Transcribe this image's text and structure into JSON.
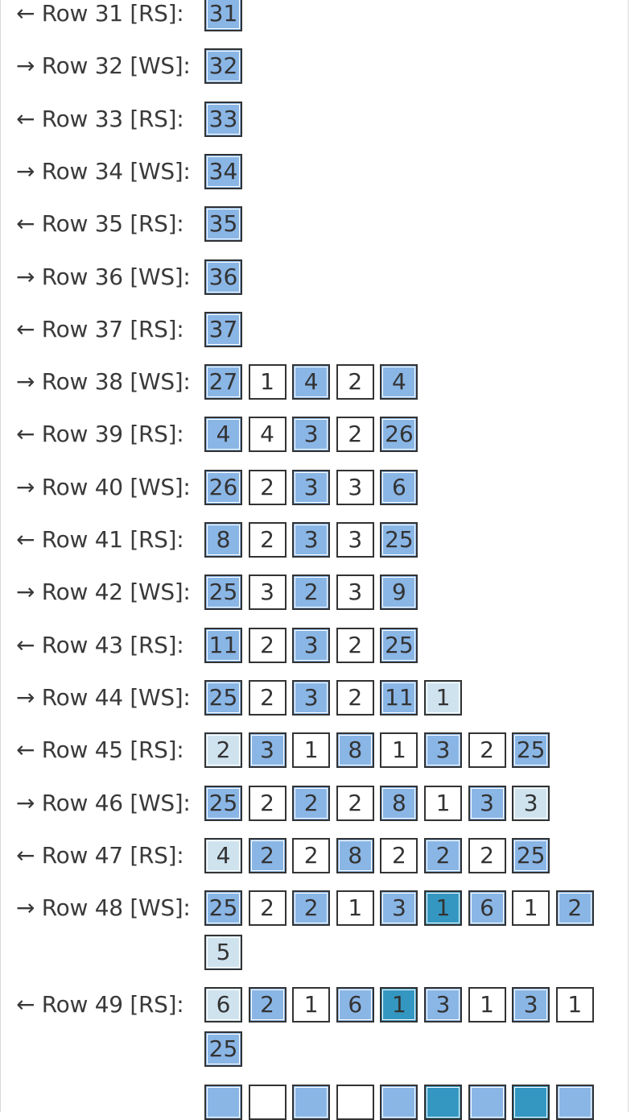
{
  "colors": {
    "blue": "#8ab6e6",
    "light": "#cfe3ef",
    "white": "#ffffff",
    "teal": "#3497c1"
  },
  "rows": [
    {
      "label": "← Row 31 [RS]:",
      "cells": [
        {
          "v": "31",
          "c": "blue"
        }
      ]
    },
    {
      "label": "→ Row 32 [WS]:",
      "cells": [
        {
          "v": "32",
          "c": "blue"
        }
      ]
    },
    {
      "label": "← Row 33 [RS]:",
      "cells": [
        {
          "v": "33",
          "c": "blue"
        }
      ]
    },
    {
      "label": "→ Row 34 [WS]:",
      "cells": [
        {
          "v": "34",
          "c": "blue"
        }
      ]
    },
    {
      "label": "← Row 35 [RS]:",
      "cells": [
        {
          "v": "35",
          "c": "blue"
        }
      ]
    },
    {
      "label": "→ Row 36 [WS]:",
      "cells": [
        {
          "v": "36",
          "c": "blue"
        }
      ]
    },
    {
      "label": "← Row 37 [RS]:",
      "cells": [
        {
          "v": "37",
          "c": "blue"
        }
      ]
    },
    {
      "label": "→ Row 38 [WS]:",
      "cells": [
        {
          "v": "27",
          "c": "blue"
        },
        {
          "v": "1",
          "c": "white"
        },
        {
          "v": "4",
          "c": "blue"
        },
        {
          "v": "2",
          "c": "white"
        },
        {
          "v": "4",
          "c": "blue"
        }
      ]
    },
    {
      "label": "← Row 39 [RS]:",
      "cells": [
        {
          "v": "4",
          "c": "blue"
        },
        {
          "v": "4",
          "c": "white"
        },
        {
          "v": "3",
          "c": "blue"
        },
        {
          "v": "2",
          "c": "white"
        },
        {
          "v": "26",
          "c": "blue"
        }
      ]
    },
    {
      "label": "→ Row 40 [WS]:",
      "cells": [
        {
          "v": "26",
          "c": "blue"
        },
        {
          "v": "2",
          "c": "white"
        },
        {
          "v": "3",
          "c": "blue"
        },
        {
          "v": "3",
          "c": "white"
        },
        {
          "v": "6",
          "c": "blue"
        }
      ]
    },
    {
      "label": "← Row 41 [RS]:",
      "cells": [
        {
          "v": "8",
          "c": "blue"
        },
        {
          "v": "2",
          "c": "white"
        },
        {
          "v": "3",
          "c": "blue"
        },
        {
          "v": "3",
          "c": "white"
        },
        {
          "v": "25",
          "c": "blue"
        }
      ]
    },
    {
      "label": "→ Row 42 [WS]:",
      "cells": [
        {
          "v": "25",
          "c": "blue"
        },
        {
          "v": "3",
          "c": "white"
        },
        {
          "v": "2",
          "c": "blue"
        },
        {
          "v": "3",
          "c": "white"
        },
        {
          "v": "9",
          "c": "blue"
        }
      ]
    },
    {
      "label": "← Row 43 [RS]:",
      "cells": [
        {
          "v": "11",
          "c": "blue"
        },
        {
          "v": "2",
          "c": "white"
        },
        {
          "v": "3",
          "c": "blue"
        },
        {
          "v": "2",
          "c": "white"
        },
        {
          "v": "25",
          "c": "blue"
        }
      ]
    },
    {
      "label": "→ Row 44 [WS]:",
      "cells": [
        {
          "v": "25",
          "c": "blue"
        },
        {
          "v": "2",
          "c": "white"
        },
        {
          "v": "3",
          "c": "blue"
        },
        {
          "v": "2",
          "c": "white"
        },
        {
          "v": "11",
          "c": "blue"
        },
        {
          "v": "1",
          "c": "light"
        }
      ]
    },
    {
      "label": "← Row 45 [RS]:",
      "cells": [
        {
          "v": "2",
          "c": "light"
        },
        {
          "v": "3",
          "c": "blue"
        },
        {
          "v": "1",
          "c": "white"
        },
        {
          "v": "8",
          "c": "blue"
        },
        {
          "v": "1",
          "c": "white"
        },
        {
          "v": "3",
          "c": "blue"
        },
        {
          "v": "2",
          "c": "white"
        },
        {
          "v": "25",
          "c": "blue"
        }
      ]
    },
    {
      "label": "→ Row 46 [WS]:",
      "cells": [
        {
          "v": "25",
          "c": "blue"
        },
        {
          "v": "2",
          "c": "white"
        },
        {
          "v": "2",
          "c": "blue"
        },
        {
          "v": "2",
          "c": "white"
        },
        {
          "v": "8",
          "c": "blue"
        },
        {
          "v": "1",
          "c": "white"
        },
        {
          "v": "3",
          "c": "blue"
        },
        {
          "v": "3",
          "c": "light"
        }
      ]
    },
    {
      "label": "← Row 47 [RS]:",
      "cells": [
        {
          "v": "4",
          "c": "light"
        },
        {
          "v": "2",
          "c": "blue"
        },
        {
          "v": "2",
          "c": "white"
        },
        {
          "v": "8",
          "c": "blue"
        },
        {
          "v": "2",
          "c": "white"
        },
        {
          "v": "2",
          "c": "blue"
        },
        {
          "v": "2",
          "c": "white"
        },
        {
          "v": "25",
          "c": "blue"
        }
      ]
    },
    {
      "label": "→ Row 48 [WS]:",
      "cells": [
        {
          "v": "25",
          "c": "blue"
        },
        {
          "v": "2",
          "c": "white"
        },
        {
          "v": "2",
          "c": "blue"
        },
        {
          "v": "1",
          "c": "white"
        },
        {
          "v": "3",
          "c": "blue"
        },
        {
          "v": "1",
          "c": "teal"
        },
        {
          "v": "6",
          "c": "blue"
        },
        {
          "v": "1",
          "c": "white"
        },
        {
          "v": "2",
          "c": "blue"
        },
        {
          "v": "5",
          "c": "light"
        }
      ]
    },
    {
      "label": "← Row 49 [RS]:",
      "cells": [
        {
          "v": "6",
          "c": "light"
        },
        {
          "v": "2",
          "c": "blue"
        },
        {
          "v": "1",
          "c": "white"
        },
        {
          "v": "6",
          "c": "blue"
        },
        {
          "v": "1",
          "c": "teal"
        },
        {
          "v": "3",
          "c": "blue"
        },
        {
          "v": "1",
          "c": "white"
        },
        {
          "v": "3",
          "c": "blue"
        },
        {
          "v": "1",
          "c": "white"
        },
        {
          "v": "25",
          "c": "blue"
        }
      ]
    },
    {
      "label": "",
      "cells": [
        {
          "v": "",
          "c": "blue"
        },
        {
          "v": "",
          "c": "white"
        },
        {
          "v": "",
          "c": "blue"
        },
        {
          "v": "",
          "c": "white"
        },
        {
          "v": "",
          "c": "blue"
        },
        {
          "v": "",
          "c": "teal"
        },
        {
          "v": "",
          "c": "blue"
        },
        {
          "v": "",
          "c": "teal"
        },
        {
          "v": "",
          "c": "blue"
        }
      ]
    }
  ]
}
